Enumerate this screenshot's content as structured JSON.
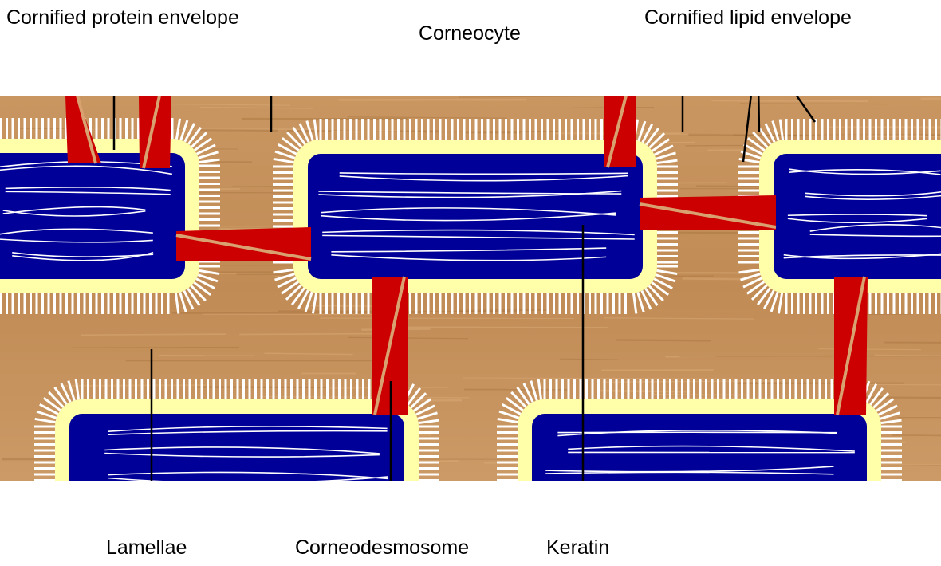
{
  "labels": {
    "protein_envelope": "Cornified protein envelope",
    "corneocyte": "Corneocyte",
    "lipid_envelope": "Cornified lipid envelope",
    "lamellae": "Lamellae",
    "corneodesmosome": "Corneodesmosome",
    "keratin": "Keratin"
  },
  "colors": {
    "cell_fill": "#000099",
    "protein_envelope": "#ffffaa",
    "lipid_bristles": "#ffffff",
    "desmosome": "#cc0000",
    "desmosome_core": "#d9a070",
    "lamellae_wood": "#c8915a",
    "keratin": "#ffffff",
    "leader_lines": "#000000"
  },
  "icons": [
    "corneocyte-cell-shape",
    "corneodesmosome-wedge-shape",
    "keratin-filament-shape"
  ]
}
